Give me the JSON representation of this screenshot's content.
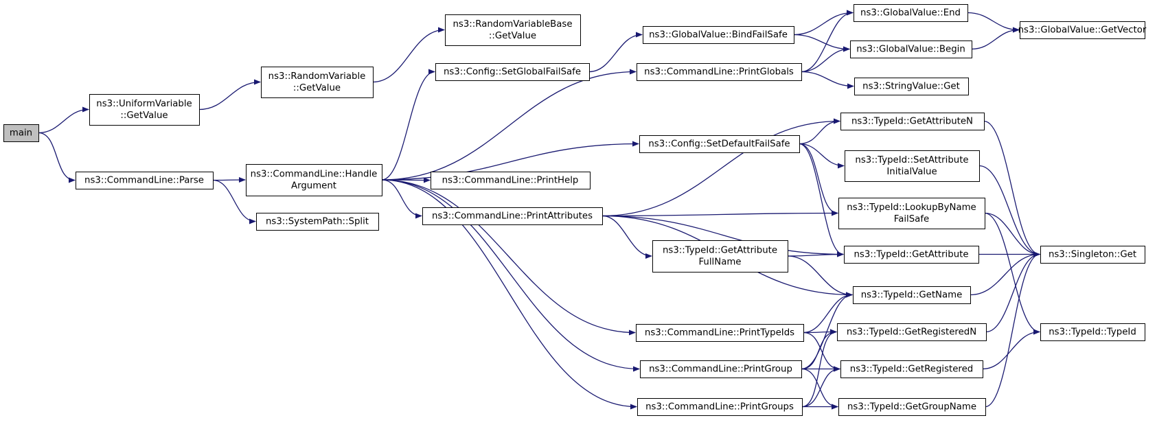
{
  "graph": {
    "edge_color": "#191970",
    "root_fill": "#bfbfbf",
    "node_fill": "#ffffff",
    "nodes": [
      {
        "id": "main",
        "lines": [
          "main"
        ]
      },
      {
        "id": "uv_getvalue",
        "lines": [
          "ns3::UniformVariable",
          "::GetValue"
        ]
      },
      {
        "id": "cl_parse",
        "lines": [
          "ns3::CommandLine::Parse"
        ]
      },
      {
        "id": "rv_getvalue",
        "lines": [
          "ns3::RandomVariable",
          "::GetValue"
        ]
      },
      {
        "id": "cl_handle",
        "lines": [
          "ns3::CommandLine::Handle",
          "Argument"
        ]
      },
      {
        "id": "sp_split",
        "lines": [
          "ns3::SystemPath::Split"
        ]
      },
      {
        "id": "rvb_getvalue",
        "lines": [
          "ns3::RandomVariableBase",
          "::GetValue"
        ]
      },
      {
        "id": "cfg_setglobal",
        "lines": [
          "ns3::Config::SetGlobalFailSafe"
        ]
      },
      {
        "id": "cl_printhelp",
        "lines": [
          "ns3::CommandLine::PrintHelp"
        ]
      },
      {
        "id": "cl_printattr",
        "lines": [
          "ns3::CommandLine::PrintAttributes"
        ]
      },
      {
        "id": "gv_bindfailsafe",
        "lines": [
          "ns3::GlobalValue::BindFailSafe"
        ]
      },
      {
        "id": "cl_printglobals",
        "lines": [
          "ns3::CommandLine::PrintGlobals"
        ]
      },
      {
        "id": "cfg_setdefault",
        "lines": [
          "ns3::Config::SetDefaultFailSafe"
        ]
      },
      {
        "id": "tid_getattrfull",
        "lines": [
          "ns3::TypeId::GetAttribute",
          "FullName"
        ]
      },
      {
        "id": "cl_printtypeids",
        "lines": [
          "ns3::CommandLine::PrintTypeIds"
        ]
      },
      {
        "id": "cl_printgroup",
        "lines": [
          "ns3::CommandLine::PrintGroup"
        ]
      },
      {
        "id": "cl_printgroups",
        "lines": [
          "ns3::CommandLine::PrintGroups"
        ]
      },
      {
        "id": "gv_end",
        "lines": [
          "ns3::GlobalValue::End"
        ]
      },
      {
        "id": "gv_begin",
        "lines": [
          "ns3::GlobalValue::Begin"
        ]
      },
      {
        "id": "sv_get",
        "lines": [
          "ns3::StringValue::Get"
        ]
      },
      {
        "id": "tid_getattrn",
        "lines": [
          "ns3::TypeId::GetAttributeN"
        ]
      },
      {
        "id": "tid_setattrinit",
        "lines": [
          "ns3::TypeId::SetAttribute",
          "InitialValue"
        ]
      },
      {
        "id": "tid_lookup",
        "lines": [
          "ns3::TypeId::LookupByName",
          "FailSafe"
        ]
      },
      {
        "id": "tid_getattr",
        "lines": [
          "ns3::TypeId::GetAttribute"
        ]
      },
      {
        "id": "tid_getname",
        "lines": [
          "ns3::TypeId::GetName"
        ]
      },
      {
        "id": "tid_getregn",
        "lines": [
          "ns3::TypeId::GetRegisteredN"
        ]
      },
      {
        "id": "tid_getreg",
        "lines": [
          "ns3::TypeId::GetRegistered"
        ]
      },
      {
        "id": "tid_getgroupname",
        "lines": [
          "ns3::TypeId::GetGroupName"
        ]
      },
      {
        "id": "gv_getvector",
        "lines": [
          "ns3::GlobalValue::GetVector"
        ]
      },
      {
        "id": "singleton_get",
        "lines": [
          "ns3::Singleton::Get"
        ]
      },
      {
        "id": "tid_typeid",
        "lines": [
          "ns3::TypeId::TypeId"
        ]
      }
    ],
    "edges": [
      [
        "main",
        "uv_getvalue"
      ],
      [
        "main",
        "cl_parse"
      ],
      [
        "uv_getvalue",
        "rv_getvalue"
      ],
      [
        "rv_getvalue",
        "rvb_getvalue"
      ],
      [
        "cl_parse",
        "cl_handle"
      ],
      [
        "cl_parse",
        "sp_split"
      ],
      [
        "cl_handle",
        "cfg_setglobal"
      ],
      [
        "cl_handle",
        "cl_printglobals"
      ],
      [
        "cl_handle",
        "cfg_setdefault"
      ],
      [
        "cl_handle",
        "cl_printhelp"
      ],
      [
        "cl_handle",
        "cl_printattr"
      ],
      [
        "cl_handle",
        "cl_printtypeids"
      ],
      [
        "cl_handle",
        "cl_printgroup"
      ],
      [
        "cl_handle",
        "cl_printgroups"
      ],
      [
        "cfg_setglobal",
        "gv_bindfailsafe"
      ],
      [
        "gv_bindfailsafe",
        "gv_end"
      ],
      [
        "gv_bindfailsafe",
        "gv_begin"
      ],
      [
        "cl_printglobals",
        "gv_end"
      ],
      [
        "cl_printglobals",
        "gv_begin"
      ],
      [
        "cl_printglobals",
        "sv_get"
      ],
      [
        "gv_end",
        "gv_getvector"
      ],
      [
        "gv_begin",
        "gv_getvector"
      ],
      [
        "cfg_setdefault",
        "tid_getattrn"
      ],
      [
        "cfg_setdefault",
        "tid_setattrinit"
      ],
      [
        "cfg_setdefault",
        "tid_lookup"
      ],
      [
        "cfg_setdefault",
        "tid_getattr"
      ],
      [
        "cl_printattr",
        "tid_getattrn"
      ],
      [
        "cl_printattr",
        "tid_lookup"
      ],
      [
        "cl_printattr",
        "tid_getattr"
      ],
      [
        "cl_printattr",
        "tid_getattrfull"
      ],
      [
        "cl_printattr",
        "tid_getname"
      ],
      [
        "tid_getattrfull",
        "tid_getattr"
      ],
      [
        "tid_getattrfull",
        "tid_getname"
      ],
      [
        "tid_getattrn",
        "singleton_get"
      ],
      [
        "tid_setattrinit",
        "singleton_get"
      ],
      [
        "tid_lookup",
        "singleton_get"
      ],
      [
        "tid_lookup",
        "tid_typeid"
      ],
      [
        "tid_getattr",
        "singleton_get"
      ],
      [
        "tid_getname",
        "singleton_get"
      ],
      [
        "cl_printtypeids",
        "tid_getname"
      ],
      [
        "cl_printtypeids",
        "tid_getregn"
      ],
      [
        "cl_printtypeids",
        "tid_getreg"
      ],
      [
        "cl_printgroup",
        "tid_getname"
      ],
      [
        "cl_printgroup",
        "tid_getregn"
      ],
      [
        "cl_printgroup",
        "tid_getreg"
      ],
      [
        "cl_printgroup",
        "tid_getgroupname"
      ],
      [
        "cl_printgroups",
        "tid_getregn"
      ],
      [
        "cl_printgroups",
        "tid_getreg"
      ],
      [
        "cl_printgroups",
        "tid_getgroupname"
      ],
      [
        "tid_getregn",
        "singleton_get"
      ],
      [
        "tid_getreg",
        "tid_typeid"
      ],
      [
        "tid_getgroupname",
        "singleton_get"
      ]
    ]
  }
}
